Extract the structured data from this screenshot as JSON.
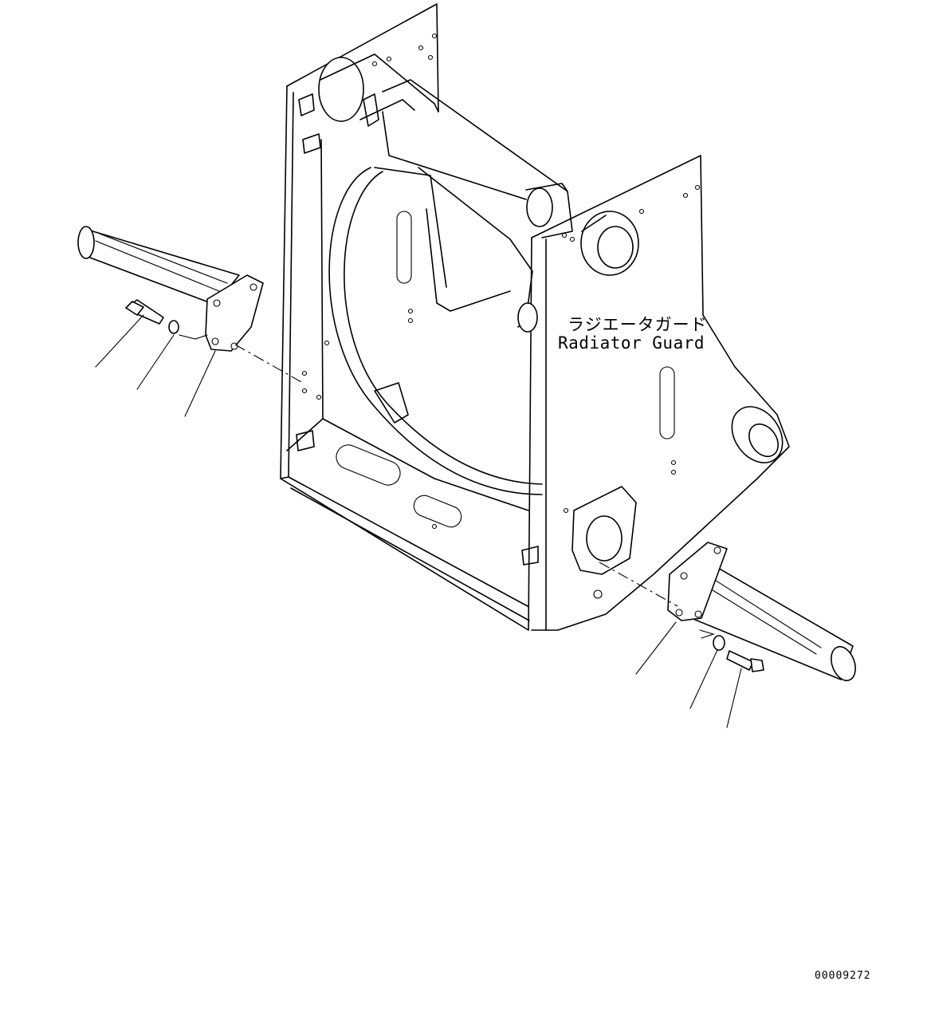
{
  "diagram": {
    "label_japanese": "ラジエータガード",
    "label_english": "Radiator Guard",
    "drawing_number": "00009272"
  }
}
